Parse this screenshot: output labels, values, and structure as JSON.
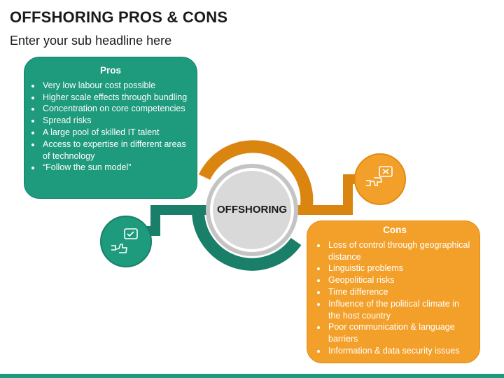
{
  "header": {
    "title": "OFFSHORING PROS & CONS",
    "subtitle": "Enter your sub headline here"
  },
  "hub": {
    "label": "OFFSHORING"
  },
  "pros": {
    "heading": "Pros",
    "items": [
      "Very low labour cost possible",
      "Higher scale effects through bundling",
      "Concentration on core competencies",
      "Spread risks",
      "A large pool of skilled IT talent",
      "Access to expertise in different areas of technology",
      "“Follow the sun model”"
    ],
    "icon": "thumbs-up-approval-icon"
  },
  "cons": {
    "heading": "Cons",
    "items": [
      "Loss of control through geographical distance",
      "Linguistic problems",
      "Geopolitical risks",
      "Time difference",
      "Influence of the political climate in the host country",
      "Poor communication & language barriers",
      "Information & data security issues"
    ],
    "icon": "thumbs-down-rejection-icon"
  },
  "colors": {
    "teal": "#1e9a7c",
    "orange": "#f3a02a",
    "dark_orange": "#d98510",
    "hub_gray": "#d8d8d8",
    "ring_gray": "#bdbdbd"
  }
}
